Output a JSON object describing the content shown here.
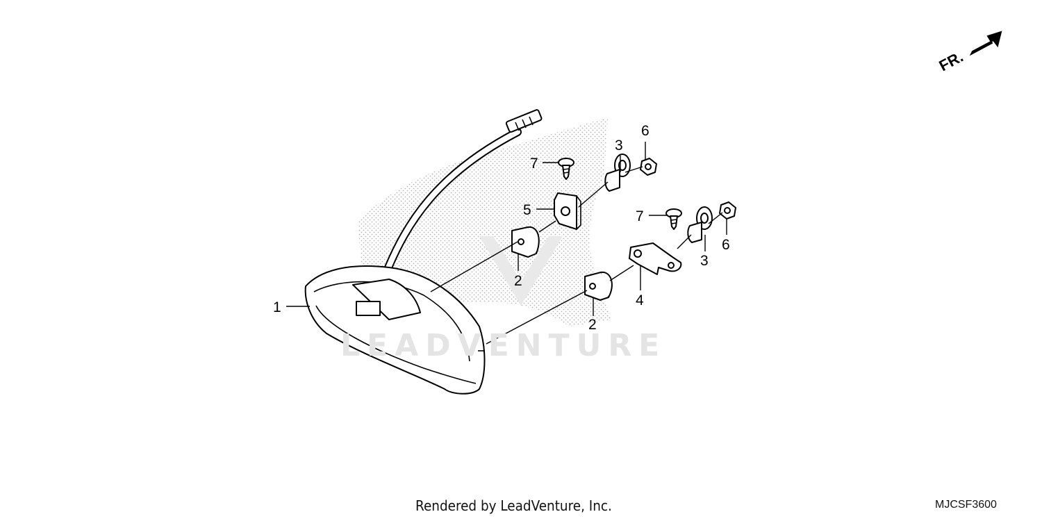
{
  "diagram": {
    "callouts": {
      "c1": "1",
      "c2a": "2",
      "c2b": "2",
      "c3a": "3",
      "c3b": "3",
      "c4": "4",
      "c5": "5",
      "c6a": "6",
      "c6b": "6",
      "c7a": "7",
      "c7b": "7"
    },
    "direction_label": "FR.",
    "watermark": "LEADVENTURE",
    "credit": "Rendered by LeadVenture, Inc.",
    "figure_code": "MJCSF3600"
  }
}
